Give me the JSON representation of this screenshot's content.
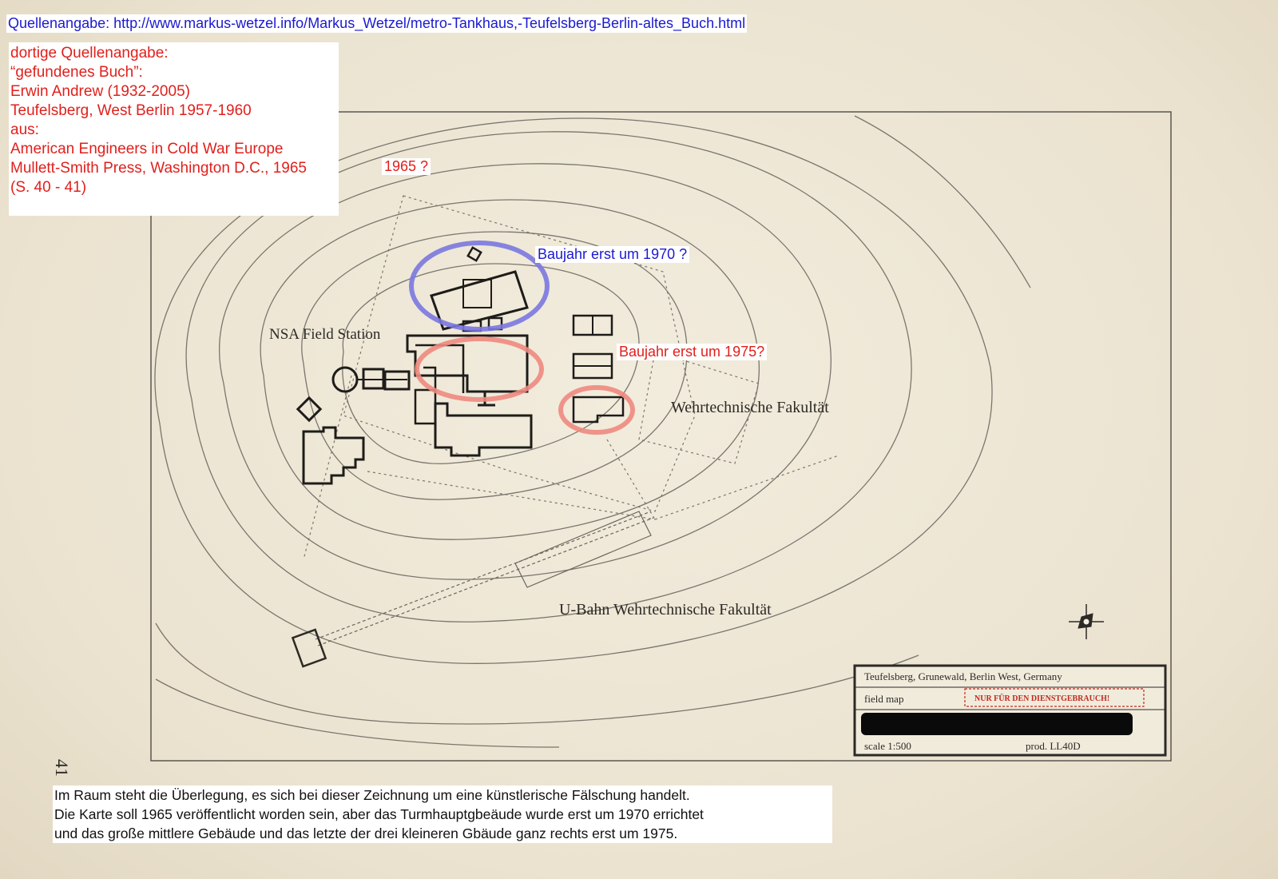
{
  "source_line": "Quellenangabe: http://www.markus-wetzel.info/Markus_Wetzel/metro-Tankhaus,-Teufelsberg-Berlin-altes_Buch.html",
  "citation_lines": [
    "dortige Quellenangabe:",
    "“gefundenes Buch”:",
    "Erwin Andrew (1932-2005)",
    "Teufelsberg, West Berlin 1957-1960",
    "aus:",
    "American Engineers in Cold War Europe",
    "Mullett-Smith Press, Washington D.C., 1965",
    "(S. 40 - 41)"
  ],
  "annotations": {
    "year_note": "1965 ?",
    "tower_note": "Baujahr erst um 1970 ?",
    "building_note": "Baujahr erst um 1975?"
  },
  "map_labels": {
    "nsa": "NSA Field Station",
    "wt_fakultaet": "Wehrtechnische Fakultät",
    "ubahn": "U-Bahn Wehrtechnische Fakultät",
    "page_number": "41"
  },
  "title_block": {
    "location": "Teufelsberg, Grunewald, Berlin West, Germany",
    "type": "field map",
    "stamp": "NUR FÜR DEN DIENSTGEBRAUCH!",
    "scale": "scale 1:500",
    "prod": "prod. LL40D"
  },
  "bottom_note_lines": [
    "Im Raum steht die Überlegung, es sich bei dieser Zeichnung um eine künstlerische Fälschung handelt.",
    "Die Karte soll 1965 veröffentlicht worden sein, aber das Turmhauptgbeäude wurde erst um 1970 errichtet",
    "und das große mittlere Gebäude und das letzte der drei kleineren Gbäude ganz rechts erst um 1975."
  ],
  "colors": {
    "highlight_blue": "#7a78e0",
    "highlight_red": "#ee8a80",
    "text_red": "#e0201c",
    "text_blue": "#1a1ad0",
    "ink": "#2c2a26"
  }
}
